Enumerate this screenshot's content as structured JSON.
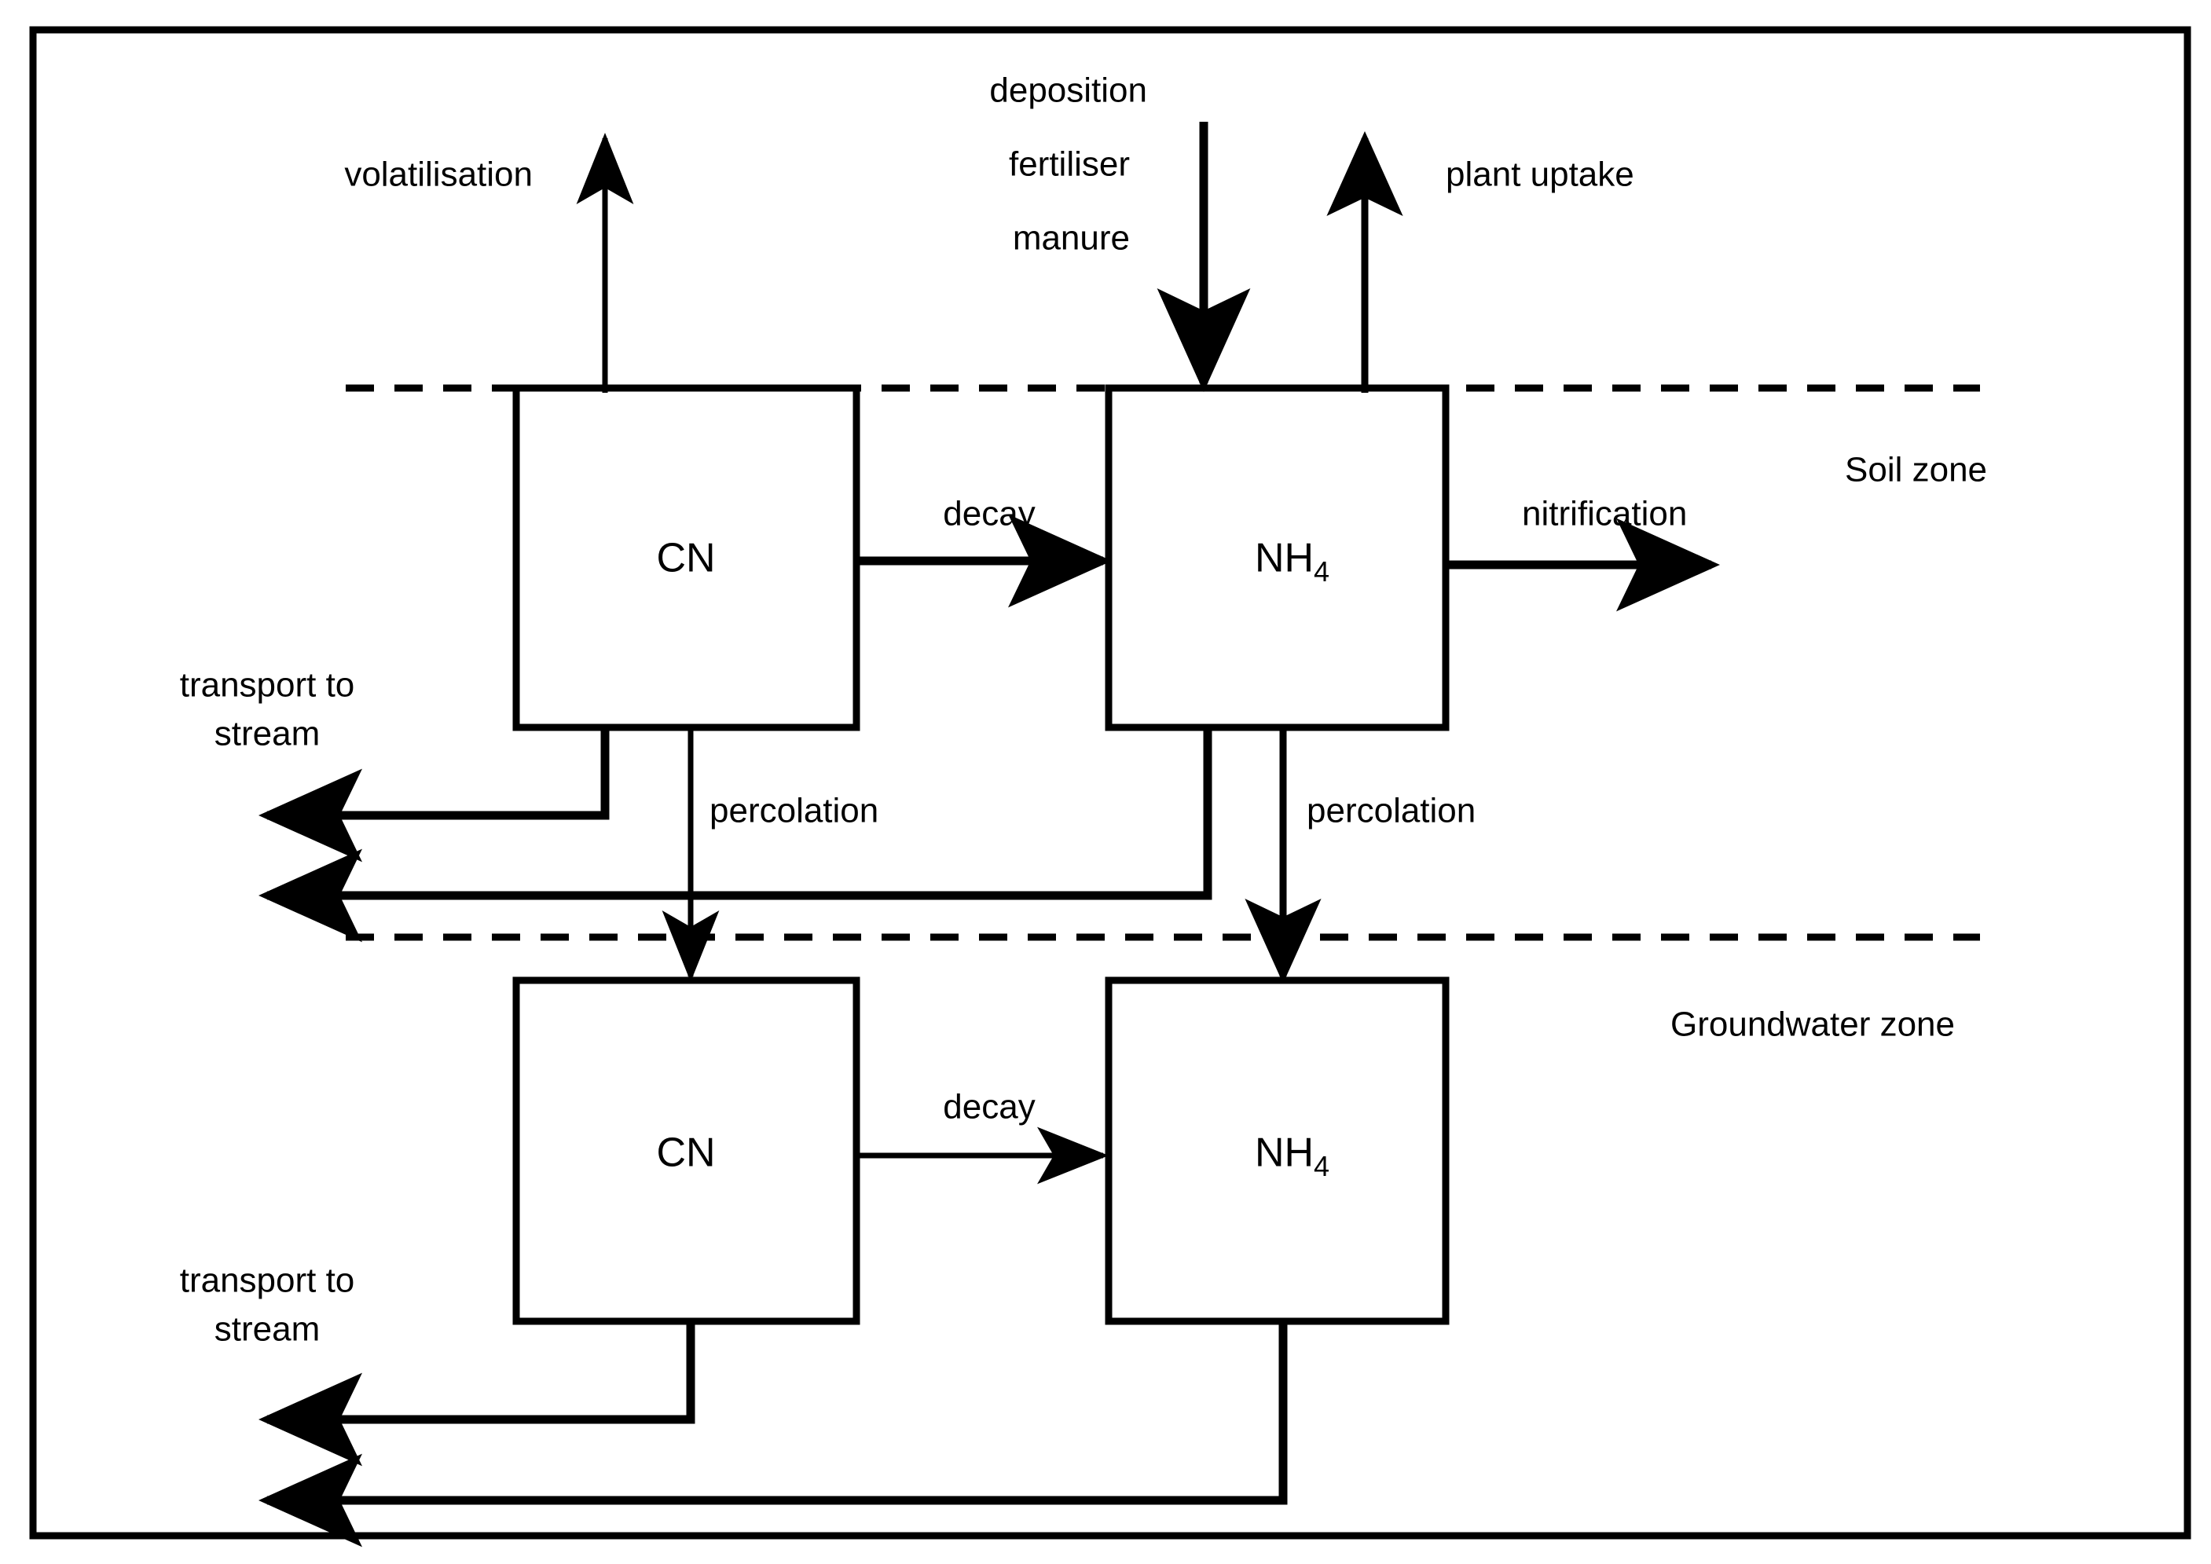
{
  "figure": {
    "title": "Nitrogen cycle compartment diagram",
    "frame_color": "#000000",
    "background_color": "#ffffff",
    "line_color": "#000000"
  },
  "zones": [
    {
      "id": "soil",
      "label": "Soil zone"
    },
    {
      "id": "groundwater",
      "label": "Groundwater zone"
    }
  ],
  "boxes": [
    {
      "id": "soil-cn",
      "label": "CN",
      "sub": "",
      "zone": "soil"
    },
    {
      "id": "soil-nh4",
      "label": "NH",
      "sub": "4",
      "zone": "soil"
    },
    {
      "id": "gw-cn",
      "label": "CN",
      "sub": "",
      "zone": "groundwater"
    },
    {
      "id": "gw-nh4",
      "label": "NH",
      "sub": "4",
      "zone": "groundwater"
    }
  ],
  "flows": {
    "volatilisation": "volatilisation",
    "deposition": "deposition",
    "fertiliser": "fertiliser",
    "manure": "manure",
    "plant_uptake": "plant uptake",
    "decay_soil": "decay",
    "decay_groundwater": "decay",
    "nitrification": "nitrification",
    "percolation_cn": "percolation",
    "percolation_nh4": "percolation",
    "transport_to_stream_soil_line1": "transport to",
    "transport_to_stream_soil_line2": "stream",
    "transport_to_stream_gw_line1": "transport to",
    "transport_to_stream_gw_line2": "stream"
  }
}
